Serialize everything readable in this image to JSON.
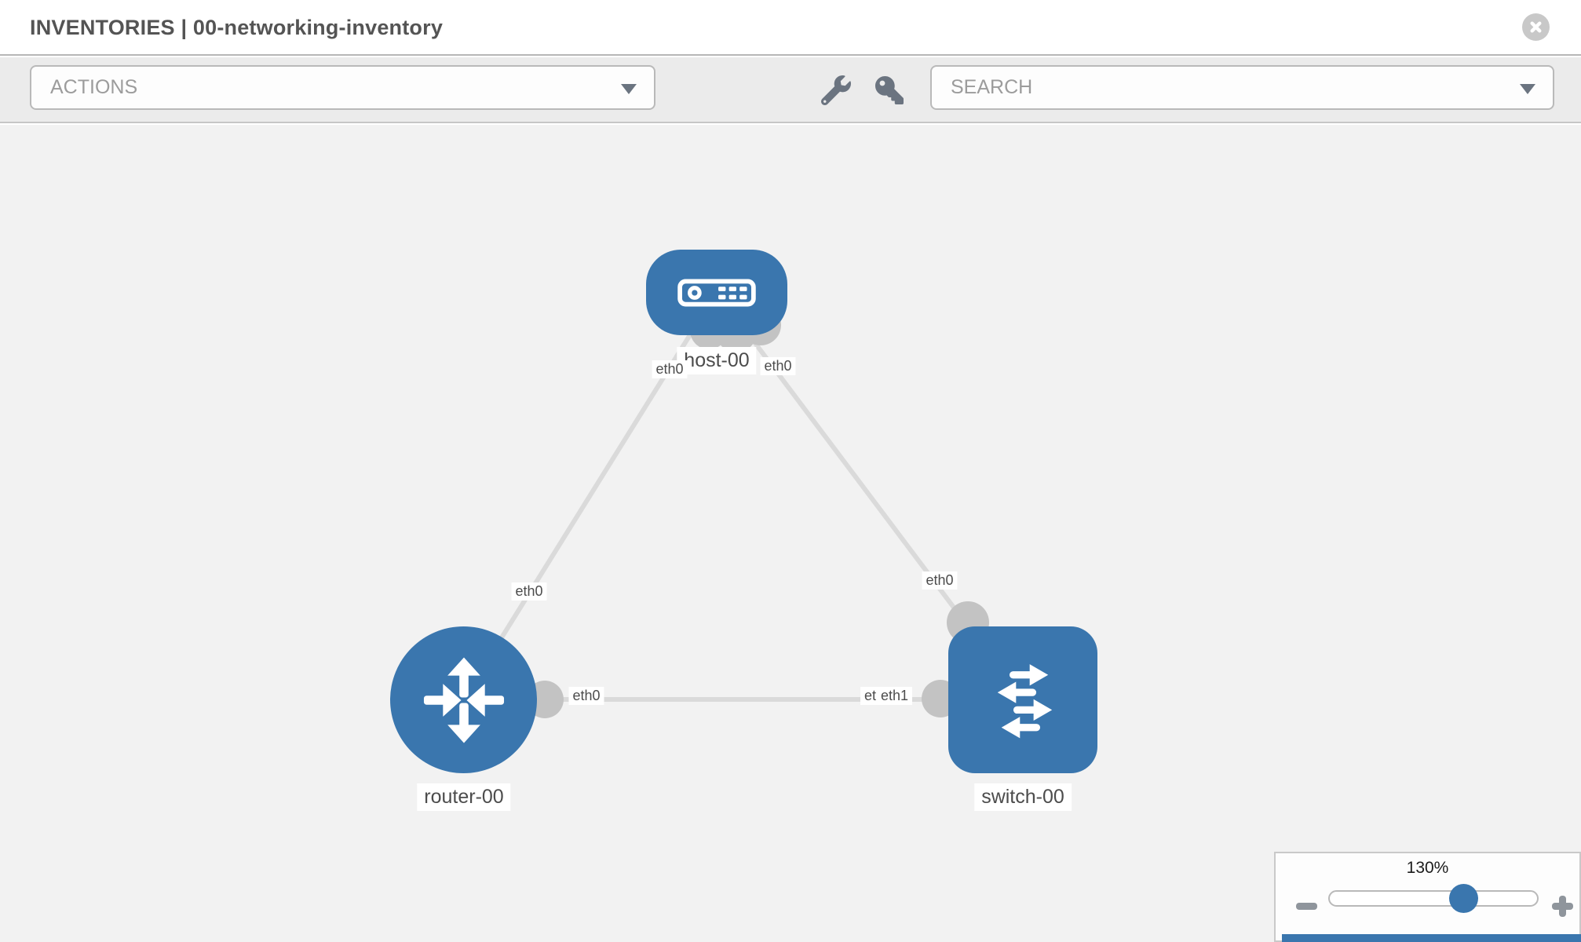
{
  "header": {
    "title": "INVENTORIES | 00-networking-inventory",
    "close_icon": "circle-x-icon"
  },
  "toolbar": {
    "actions_label": "ACTIONS",
    "search_placeholder": "SEARCH",
    "wrench_icon": "wrench-icon",
    "key_icon": "key-icon",
    "dropdown_icon": "chevron-down-icon"
  },
  "topology": {
    "nodes": [
      {
        "label": "host-00",
        "type": "host"
      },
      {
        "label": "router-00",
        "type": "router"
      },
      {
        "label": "switch-00",
        "type": "switch"
      }
    ],
    "links": [
      {
        "from": "router-00",
        "to": "host-00",
        "from_interface": "eth0",
        "to_interface": "eth0"
      },
      {
        "from": "switch-00",
        "to": "host-00",
        "from_interface": "eth0",
        "to_interface": "eth0"
      },
      {
        "from": "router-00",
        "to": "switch-00",
        "from_interface": "eth0",
        "to_interface": "eth1",
        "to_interface_overlapped": "eth0"
      }
    ]
  },
  "zoom_control": {
    "level": "130%",
    "zoom_out_icon": "minus-icon",
    "zoom_in_icon": "plus-icon"
  },
  "colors": {
    "node-blue": "#3a76ae",
    "link-gray": "#dadada",
    "dot-gray": "#c3c3c3",
    "canvas-bg": "#f2f2f2",
    "toolbar-bg": "#ebebeb",
    "chip-text": "#4c4c4c",
    "muted-text": "#9c9c9c",
    "icon-gray": "#6b7480",
    "title-text": "#545454"
  }
}
